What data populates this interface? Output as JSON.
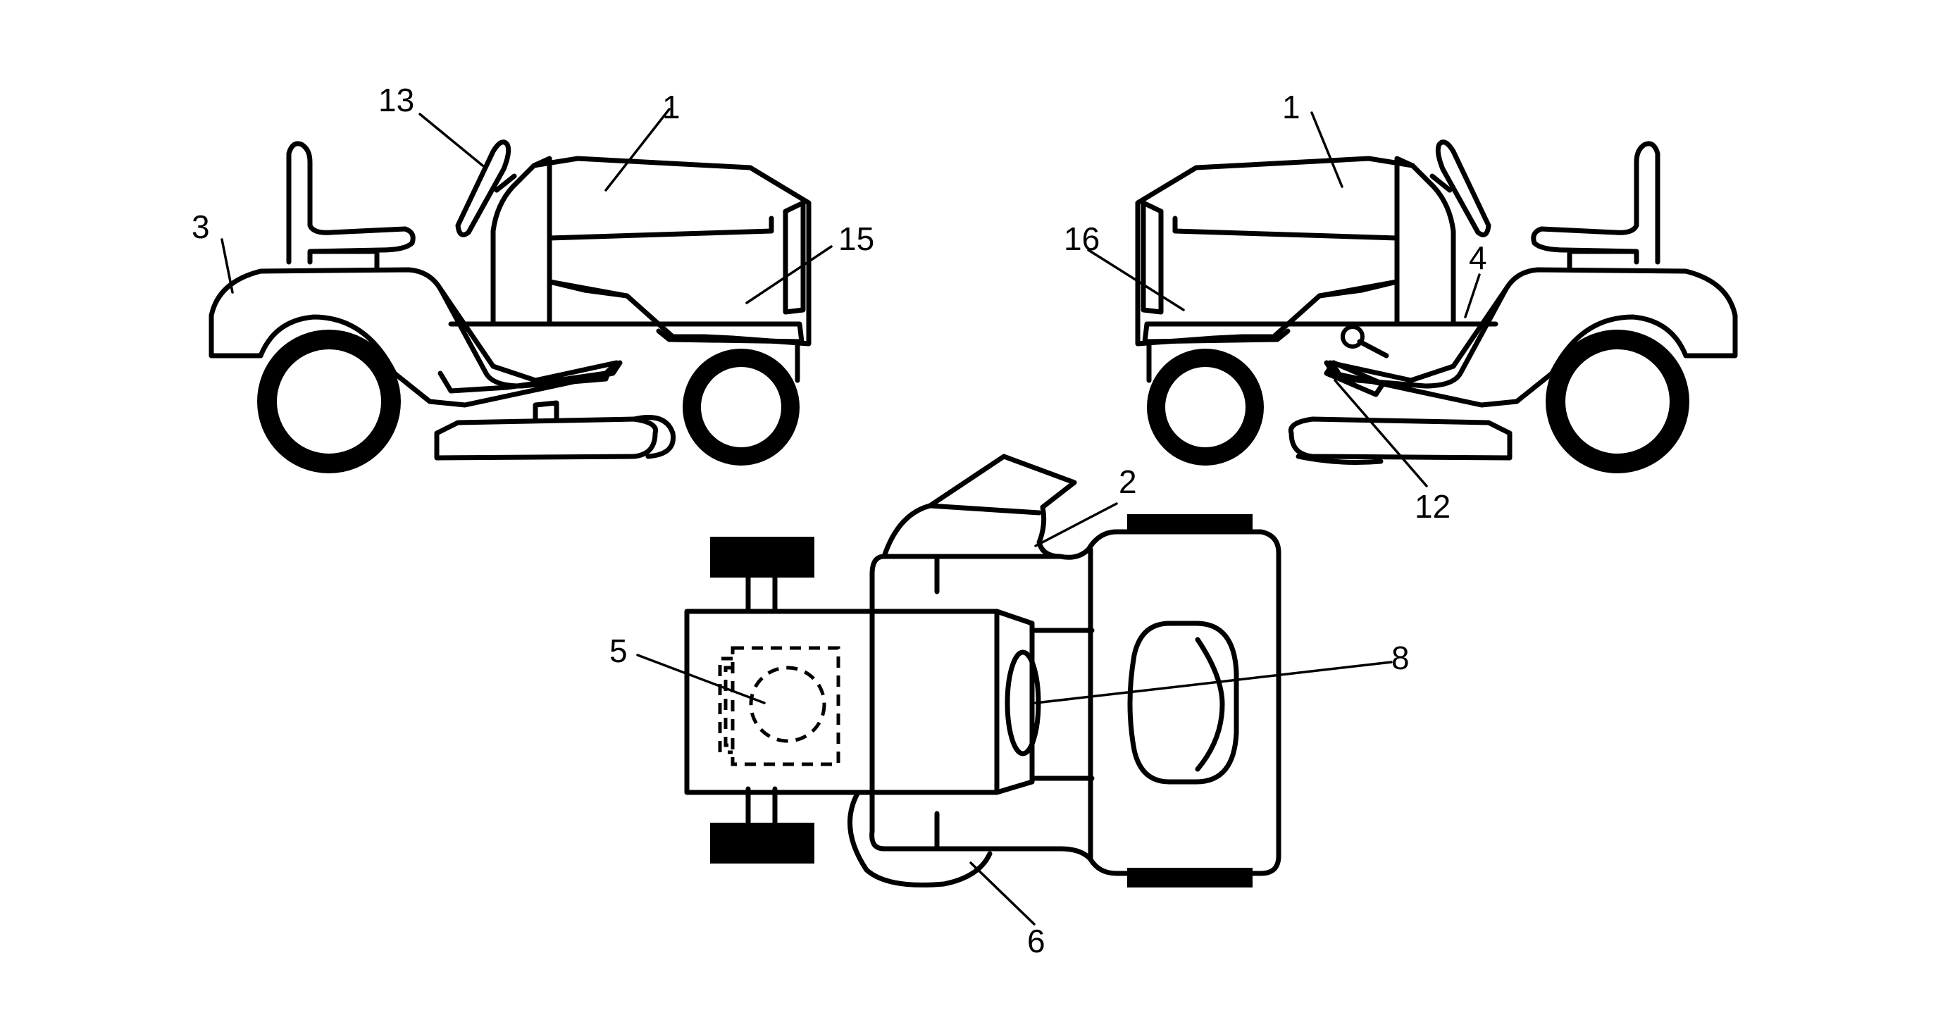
{
  "callouts": {
    "left_view": {
      "hood": "1",
      "fender": "3",
      "steering": "13",
      "grille": "15"
    },
    "right_view": {
      "hood": "1",
      "grille": "16",
      "frame": "4",
      "lever": "12"
    },
    "top_view": {
      "chute": "2",
      "hood_top": "5",
      "seat": "8",
      "deck": "6"
    }
  },
  "colors": {
    "ink": "#000000",
    "paper": "#ffffff"
  }
}
